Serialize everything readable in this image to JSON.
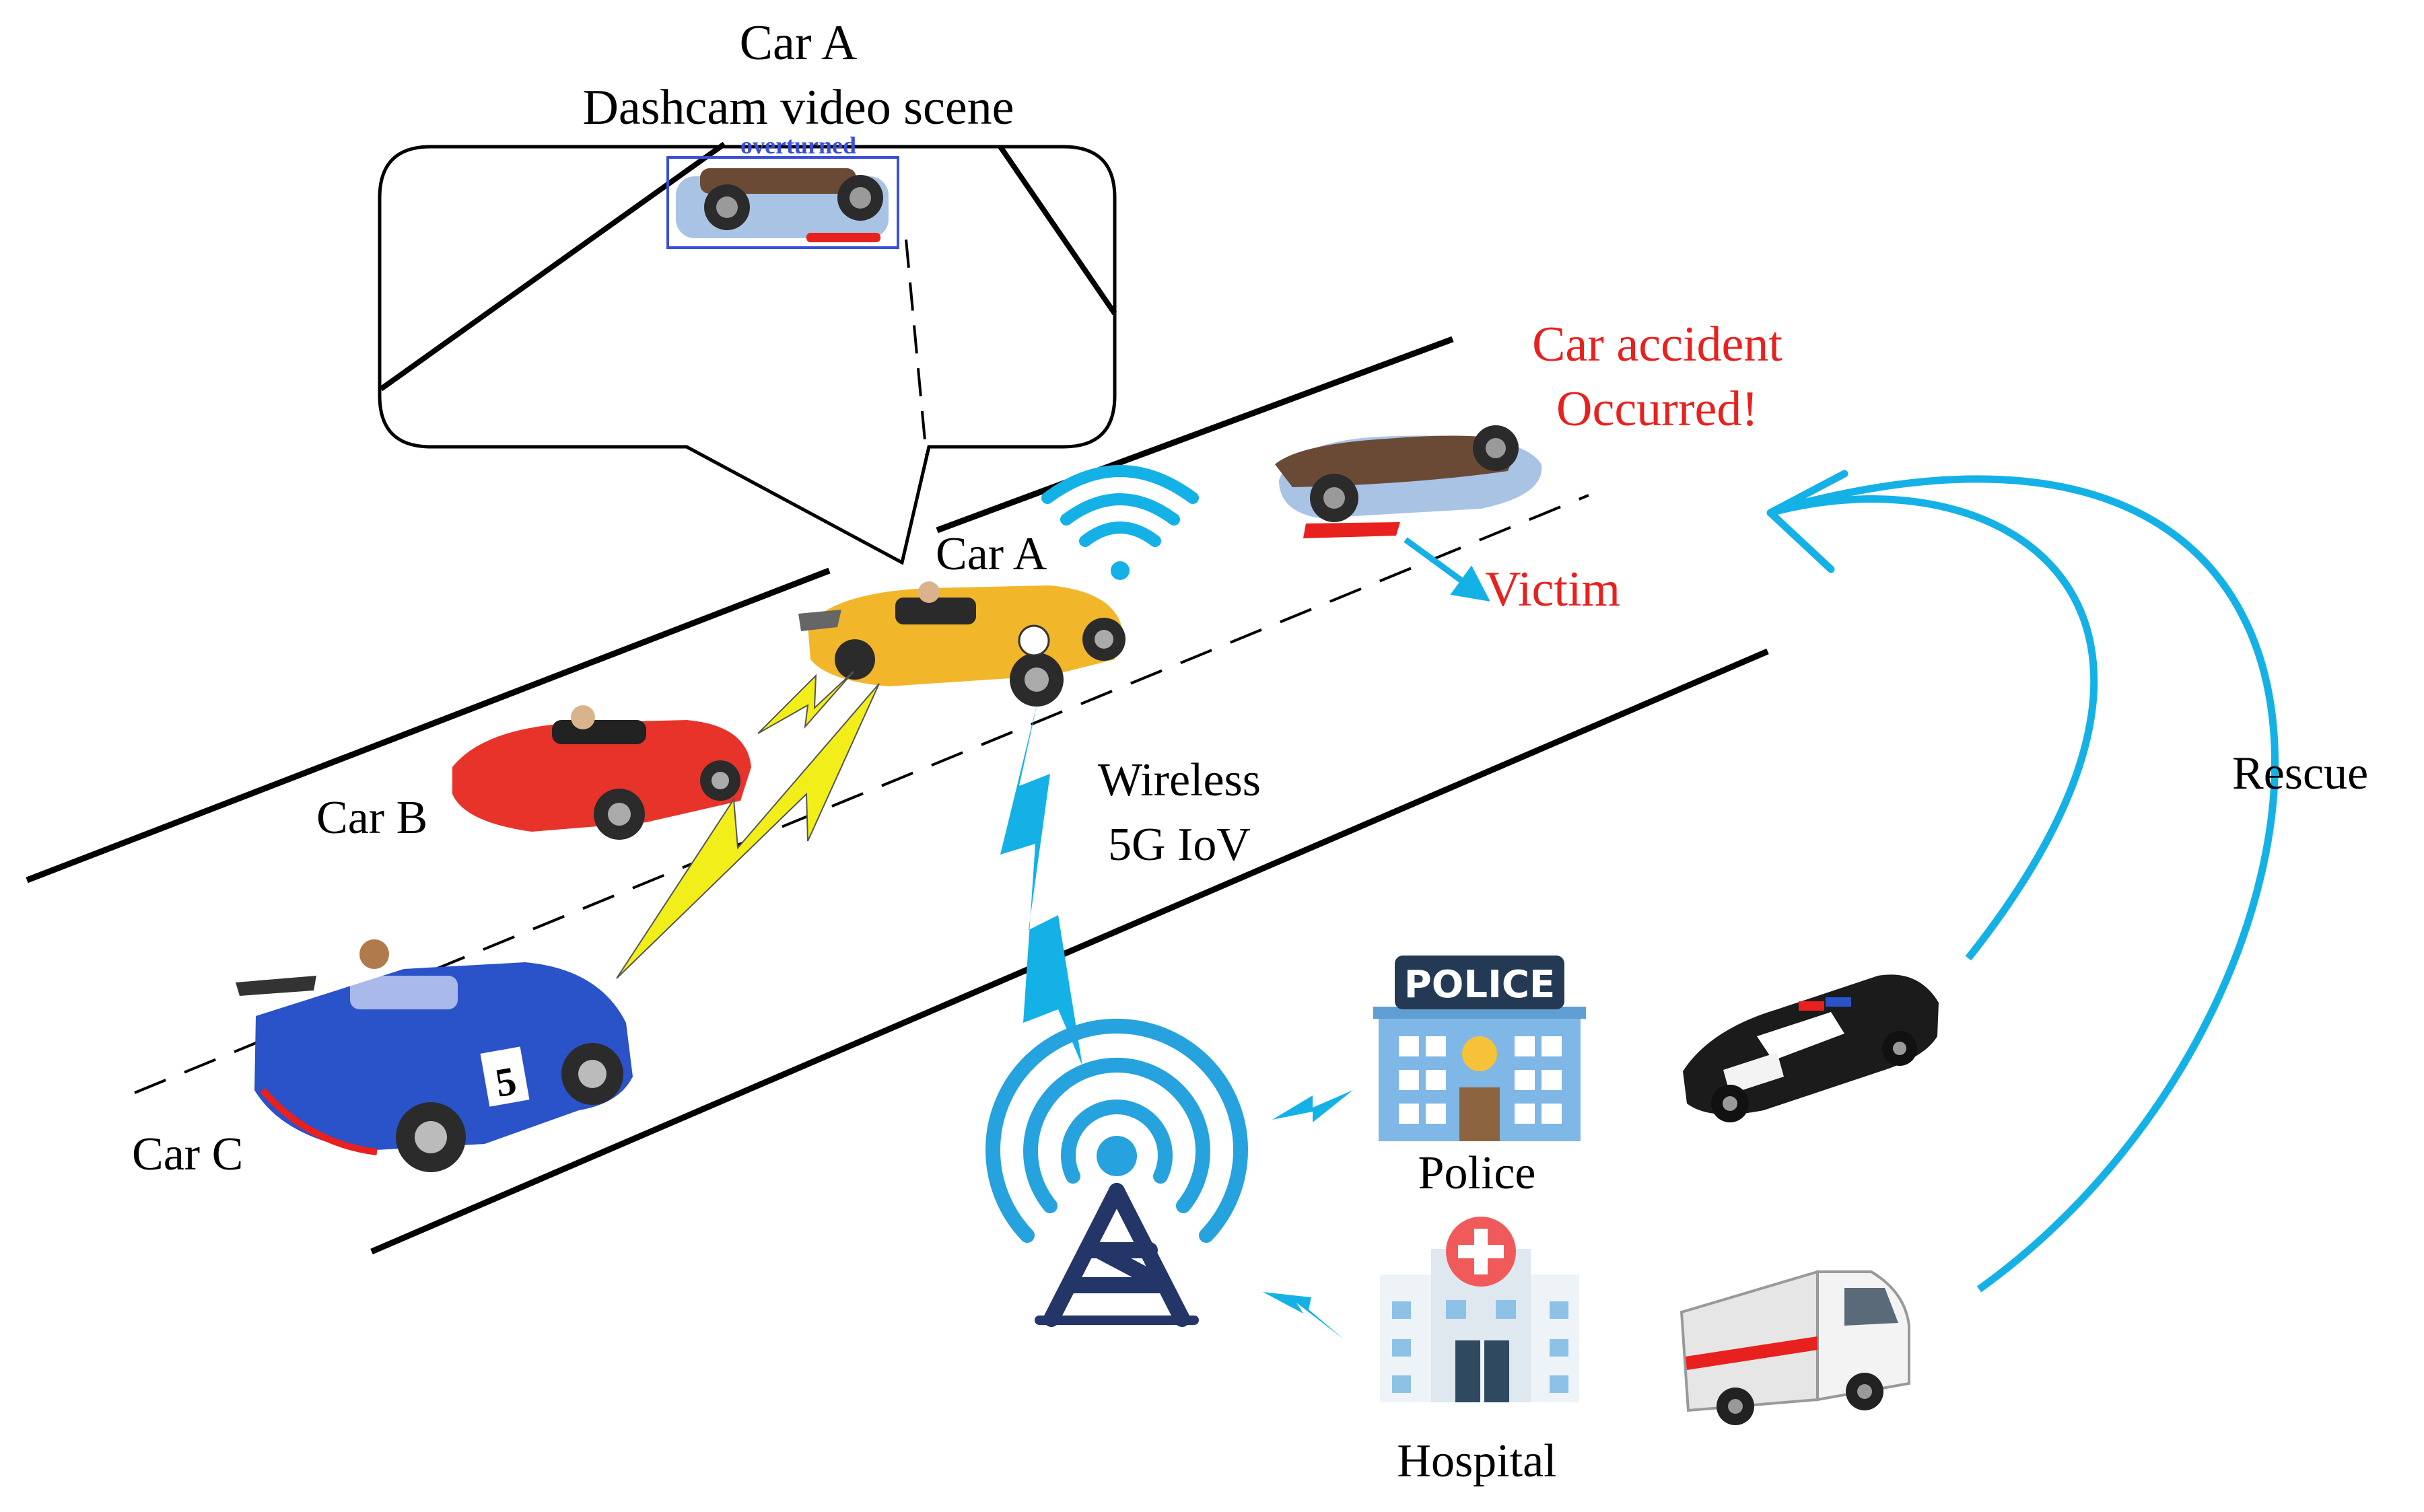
{
  "labels": {
    "dashcam_title_line1": "Car A",
    "dashcam_title_line2": "Dashcam video scene",
    "detection_tag": "overturned",
    "accident_line1": "Car accident",
    "accident_line2": "Occurred!",
    "victim": "Victim",
    "car_a": "Car A",
    "car_b": "Car B",
    "car_c": "Car C",
    "wireless_line1": "Wireless",
    "wireless_line2": "5G IoV",
    "rescue": "Rescue",
    "police_sign": "POLICE",
    "police": "Police",
    "hospital": "Hospital"
  },
  "colors": {
    "accident_red": "#e8211e",
    "signal_blue": "#14b1e7",
    "lightning_yellow": "#f2ee1a",
    "detection_blue": "#3a4fd8",
    "road_line": "#000000"
  },
  "icons": {
    "wifi": "wifi-icon",
    "tower": "cell-tower-icon",
    "police_building": "police-station-icon",
    "hospital_building": "hospital-icon",
    "police_car": "police-car-icon",
    "ambulance": "ambulance-icon"
  }
}
